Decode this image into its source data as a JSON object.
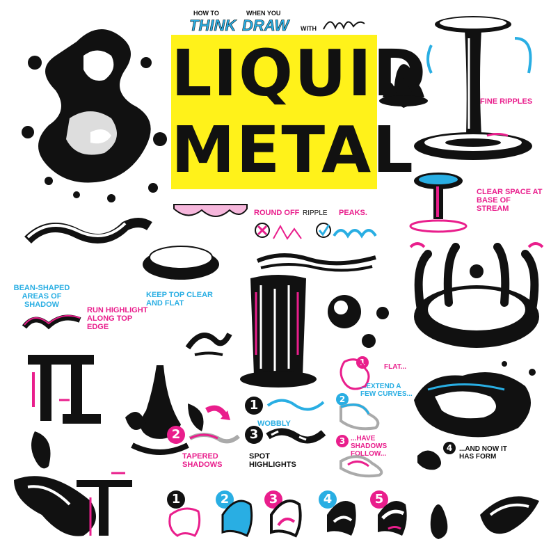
{
  "header": {
    "how_to": "HOW TO",
    "think": "THINK",
    "when_you": "WHEN YOU",
    "draw": "DRAW",
    "with": "WITH"
  },
  "title": {
    "line1": "LIQUID",
    "line2": "METAL"
  },
  "labels": {
    "fine_ripples": "FINE RIPPLES",
    "clear_space": "CLEAR SPACE AT BASE OF STREAM",
    "round_off_1": "ROUND OFF",
    "round_off_2": "RIPPLE",
    "round_off_3": "PEAKS.",
    "bean_shaped": "BEAN-SHAPED AREAS OF SHADOW",
    "run_highlight": "RUN HIGHLIGHT ALONG TOP EDGE",
    "keep_top": "KEEP TOP CLEAR AND FLAT",
    "wobbly": "WOBBLY",
    "tapered": "TAPERED SHADOWS",
    "spot_highlights": "SPOT HIGHLIGHTS",
    "flat": "FLAT...",
    "extend": "...EXTEND A FEW CURVES...",
    "have_shadows": "...HAVE SHADOWS FOLLOW...",
    "and_now": "...AND NOW IT HAS FORM"
  },
  "steps_middle": [
    "1",
    "2",
    "3"
  ],
  "steps_right": [
    "1",
    "2",
    "3",
    "4"
  ],
  "steps_bottom": [
    "1",
    "2",
    "3",
    "4",
    "5"
  ],
  "colors": {
    "pink": "#e91e8c",
    "blue": "#29aee3",
    "yellow": "#fff21a",
    "ink": "#111111"
  }
}
